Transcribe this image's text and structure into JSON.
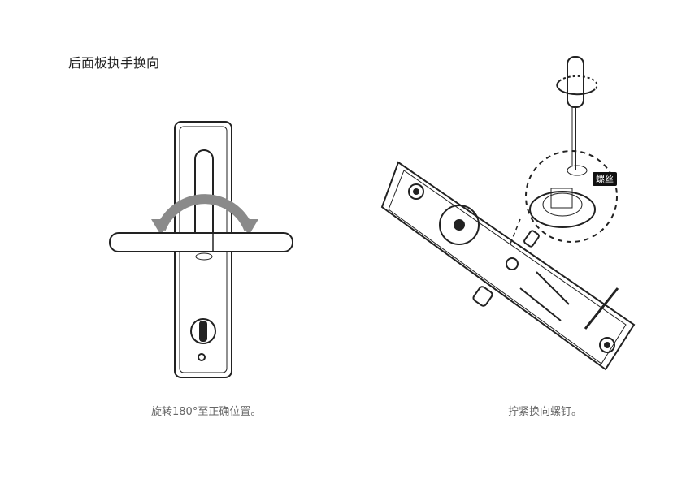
{
  "title": "后面板执手换向",
  "steps": [
    {
      "caption": "旋转180°至正确位置。"
    },
    {
      "caption": "拧紧换向螺钉。",
      "callout": "螺丝"
    }
  ],
  "colors": {
    "line": "#222222",
    "arrow": "#8a8a8a",
    "caption": "#666666"
  }
}
